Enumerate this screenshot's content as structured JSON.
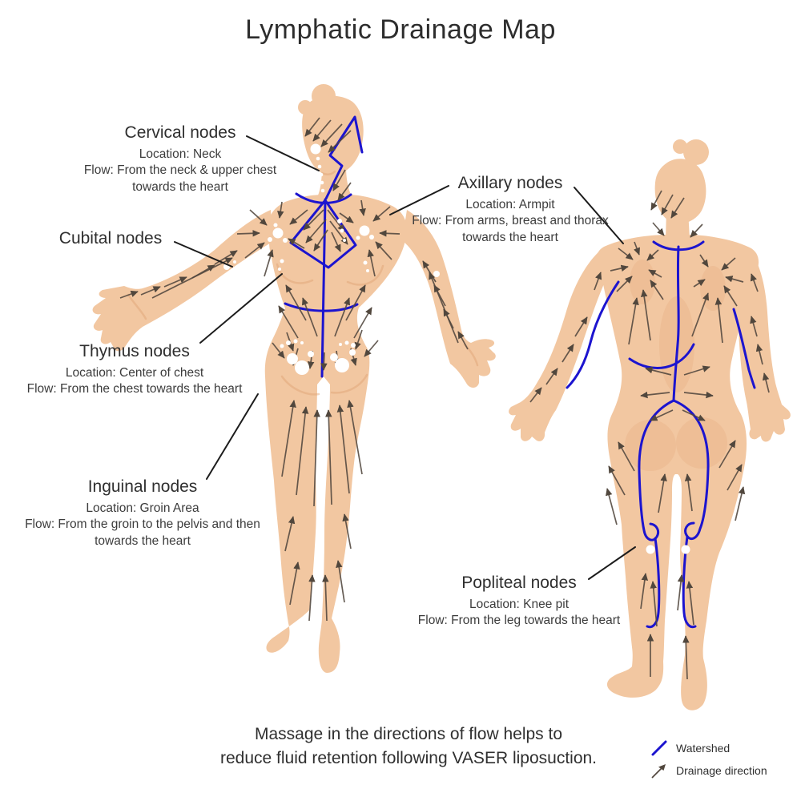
{
  "title": "Lymphatic Drainage Map",
  "nodes": [
    {
      "name": "Cervical nodes",
      "location": "Location: Neck",
      "flow": "Flow: From the neck & upper chest towards the heart"
    },
    {
      "name": "Axillary nodes",
      "location": "Location: Armpit",
      "flow": "Flow: From arms, breast and thorax towards the heart"
    },
    {
      "name": "Cubital nodes",
      "location": "",
      "flow": ""
    },
    {
      "name": "Thymus nodes",
      "location": "Location: Center of chest",
      "flow": "Flow: From the chest towards the heart"
    },
    {
      "name": "Inguinal nodes",
      "location": "Location: Groin Area",
      "flow": "Flow: From the groin to the pelvis and then towards the heart"
    },
    {
      "name": "Popliteal nodes",
      "location": "Location: Knee pit",
      "flow": "Flow: From the leg towards the heart"
    }
  ],
  "footer": {
    "line1": "Massage in the directions of flow helps to",
    "line2": "reduce fluid retention following VASER liposuction."
  },
  "legend": {
    "watershed_label": "Watershed",
    "drainage_label": "Drainage direction"
  },
  "colors": {
    "skin": "#f2c7a1",
    "skin_shade": "#dda173",
    "watershed_blue": "#1c14cf",
    "arrow": "#51473d",
    "text": "#3a3a3a"
  }
}
